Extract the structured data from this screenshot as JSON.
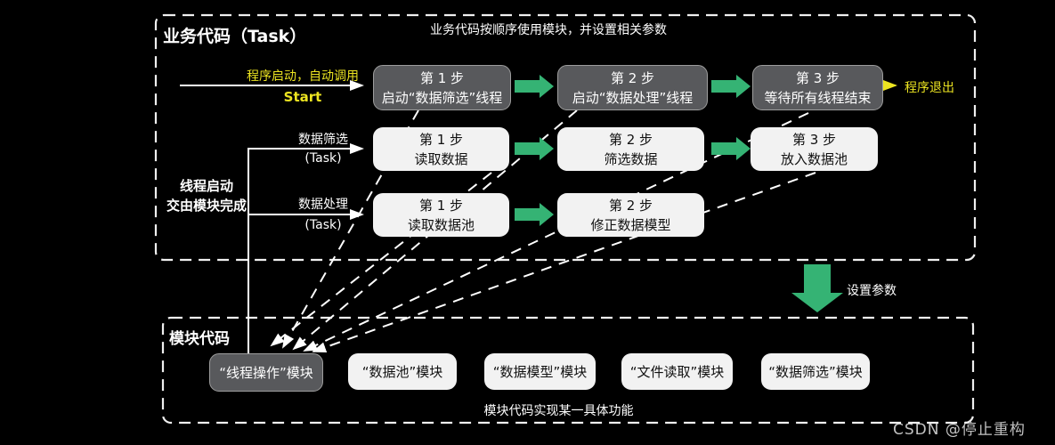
{
  "colors": {
    "green": "#35b374",
    "yellow": "#ece421",
    "dark_box": "#58595c",
    "light_box": "#f2f2f2",
    "background": "#000000"
  },
  "business": {
    "title": "业务代码（Task）",
    "subtitle": "业务代码按顺序使用模块，并设置相关参数",
    "start_note": "程序启动，自动调用",
    "start_word": "Start",
    "exit_label": "程序退出",
    "thread_note_1": "线程启动",
    "thread_note_2": "交由模块完成",
    "row_main": {
      "step1": {
        "line1": "第 1 步",
        "line2": "启动“数据筛选”线程"
      },
      "step2": {
        "line1": "第 2 步",
        "line2": "启动“数据处理”线程"
      },
      "step3": {
        "line1": "第 3 步",
        "line2": "等待所有线程结束"
      }
    },
    "row_filter": {
      "label": "数据筛选",
      "label_task": "(Task)",
      "step1": {
        "line1": "第 1 步",
        "line2": "读取数据"
      },
      "step2": {
        "line1": "第 2 步",
        "line2": "筛选数据"
      },
      "step3": {
        "line1": "第 3 步",
        "line2": "放入数据池"
      }
    },
    "row_process": {
      "label": "数据处理",
      "label_task": "(Task)",
      "step1": {
        "line1": "第 1 步",
        "line2": "读取数据池"
      },
      "step2": {
        "line1": "第 2 步",
        "line2": "修正数据模型"
      }
    }
  },
  "transfer": {
    "label": "设置参数"
  },
  "modules": {
    "title": "模块代码",
    "caption": "模块代码实现某一具体功能",
    "item1": "“线程操作”模块",
    "item2": "“数据池”模块",
    "item3": "“数据模型”模块",
    "item4": "“文件读取”模块",
    "item5": "“数据筛选”模块"
  },
  "watermark": "CSDN @停止重构"
}
